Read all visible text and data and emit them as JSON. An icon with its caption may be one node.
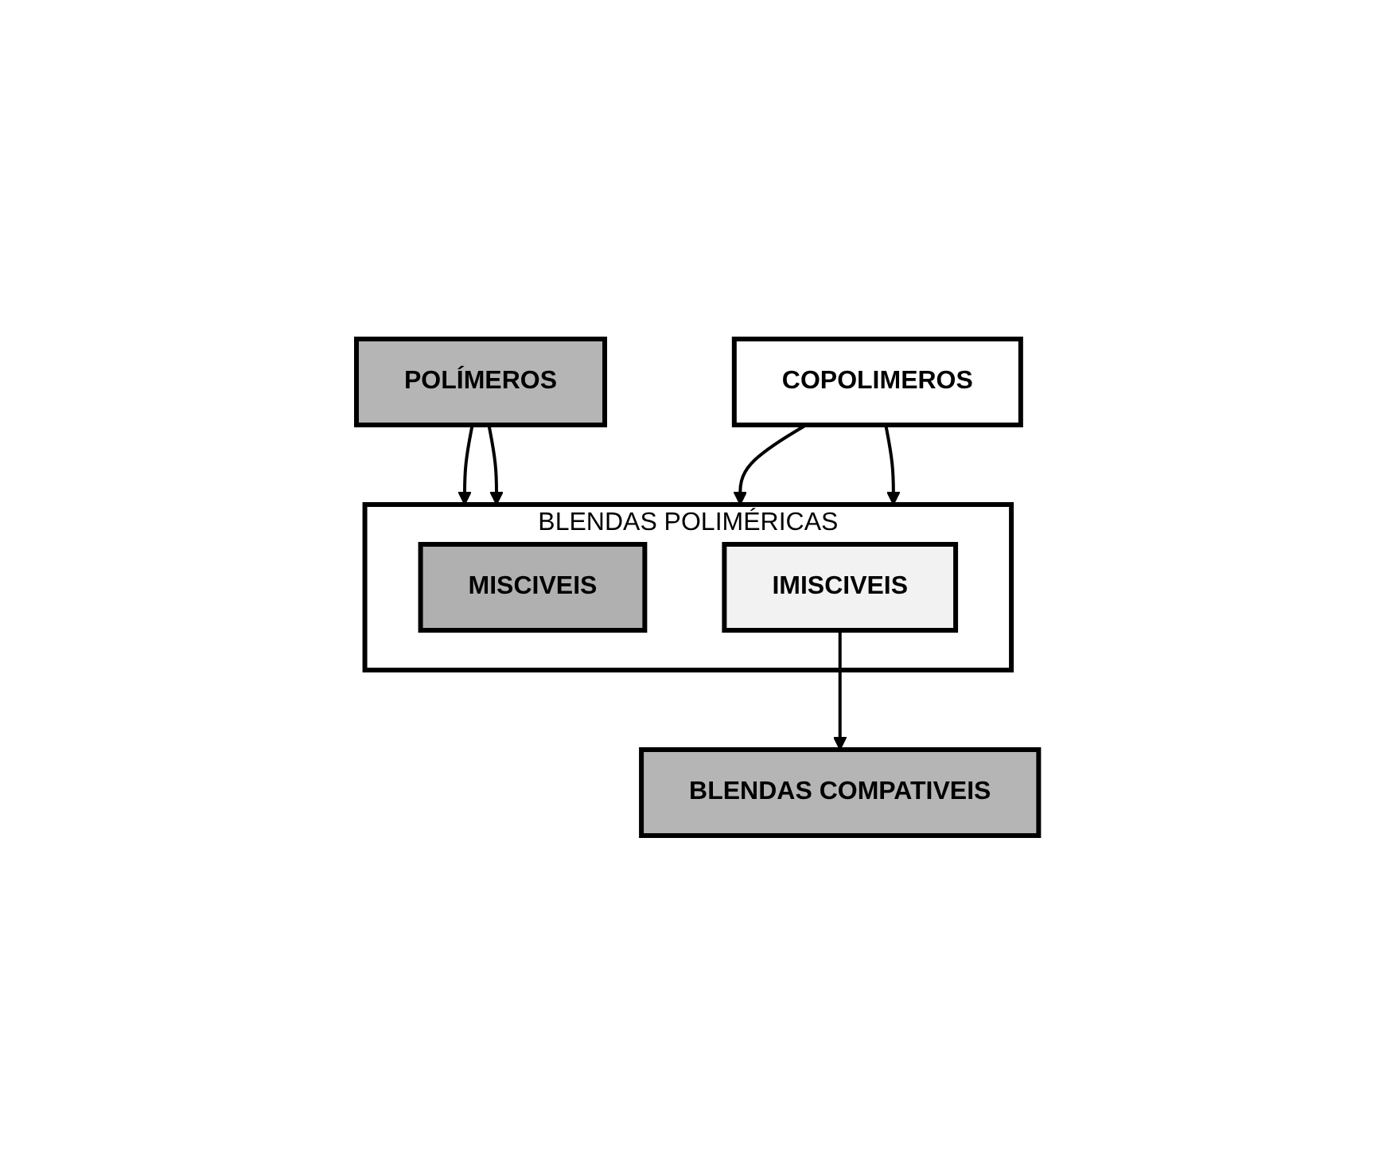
{
  "diagram": {
    "nodes": [
      {
        "text": [
          "POLÍMEROS"
        ]
      },
      {
        "text": [
          "COPOLIMEROS"
        ]
      },
      {
        "text": [
          "BLENDAS POLIMÉRICAS"
        ]
      },
      {
        "text": [
          "MISCIVEIS"
        ],
        "in": 2
      },
      {
        "text": [
          "IMISCIVEIS"
        ],
        "in": 2
      },
      {
        "text": [
          "BLENDAS COMPATIVEIS"
        ]
      }
    ],
    "edges": [
      {
        "from": 0,
        "to": 2,
        "arrow": "to"
      },
      {
        "from": 0,
        "to": 2,
        "arrow": "to"
      },
      {
        "from": 1,
        "to": 2,
        "arrow": "to"
      },
      {
        "from": 1,
        "to": 2,
        "arrow": "to"
      },
      {
        "from": 4,
        "to": 5,
        "arrow": "to"
      }
    ]
  }
}
